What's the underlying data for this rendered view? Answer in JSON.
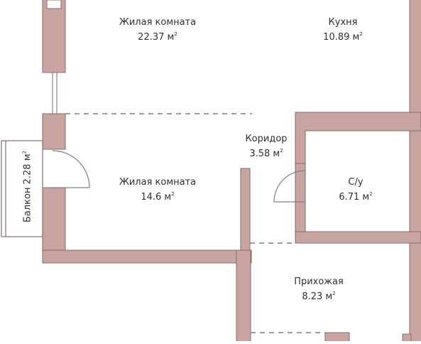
{
  "unit": "м",
  "unit_power": "2",
  "colors": {
    "wall": "#c9a5a2",
    "wall_stroke": "#8a6b69",
    "line": "#7d7d86",
    "text": "#2e2e38"
  },
  "rooms": [
    {
      "id": "living1",
      "name": "Жилая комната",
      "area": "22.37"
    },
    {
      "id": "kitchen",
      "name": "Кухня",
      "area": "10.89"
    },
    {
      "id": "corridor",
      "name": "Коридор",
      "area": "3.58"
    },
    {
      "id": "living2",
      "name": "Жилая комната",
      "area": "14.6"
    },
    {
      "id": "bathroom",
      "name": "С/у",
      "area": "6.71"
    },
    {
      "id": "hall",
      "name": "Прихожая",
      "area": "8.23"
    }
  ],
  "balcony": {
    "name": "Балкон",
    "area": "2.28"
  }
}
